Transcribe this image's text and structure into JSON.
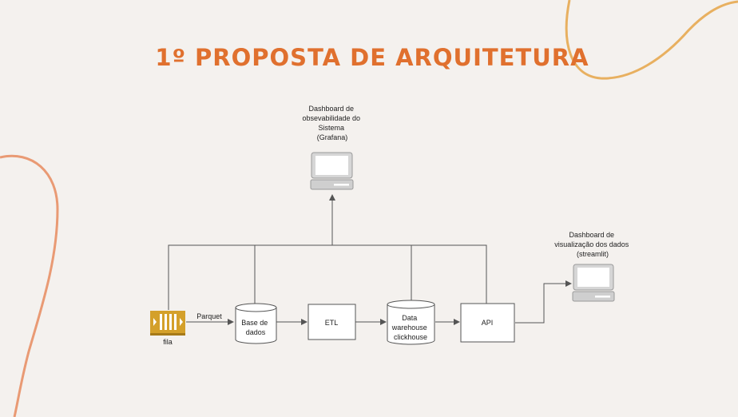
{
  "title": "1º PROPOSTA DE ARQUITETURA",
  "colors": {
    "background": "#f4f1ee",
    "title": "#e0702e",
    "curve_top_right": "#e8b060",
    "curve_left": "#e99a74",
    "queue": "#d4a02a",
    "line": "#555555"
  },
  "nodes": {
    "grafana": {
      "lines": [
        "Dashboard de",
        "obsevabilidade do",
        "Sistema",
        "(Grafana)"
      ],
      "icon": "monitor-icon"
    },
    "streamlit": {
      "lines": [
        "Dashboard de",
        "visualização dos dados",
        "(streamlit)"
      ],
      "icon": "monitor-icon"
    },
    "fila": {
      "label": "fila",
      "icon": "queue-icon"
    },
    "base": {
      "lines": [
        "Base de",
        "dados"
      ],
      "icon": "database-icon"
    },
    "etl": {
      "label": "ETL"
    },
    "dw": {
      "lines": [
        "Data",
        "warehouse",
        "clickhouse"
      ],
      "icon": "database-icon"
    },
    "api": {
      "label": "API"
    }
  },
  "edges": {
    "fila_to_base": "Parquet"
  }
}
